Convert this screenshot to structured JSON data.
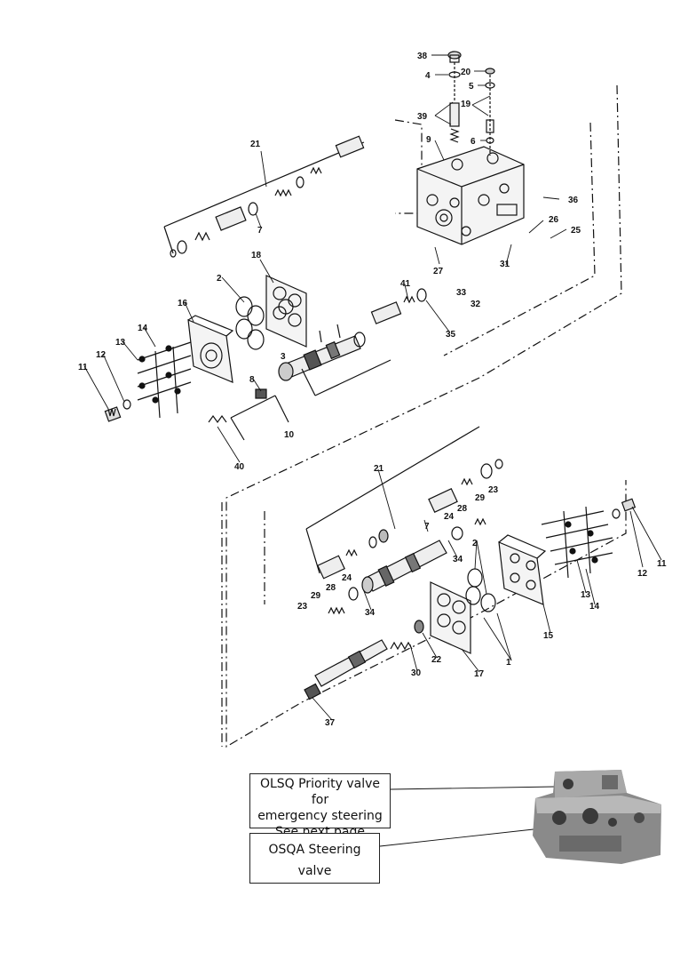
{
  "callouts": {
    "olsq": {
      "line1": "OLSQ Priority valve for",
      "line2": "emergency steering",
      "line3": "See next page"
    },
    "osqa": {
      "line1": "OSQA Steering",
      "line2": "valve"
    }
  },
  "part_numbers": {
    "p38": "38",
    "p4": "4",
    "p20": "20",
    "p5": "5",
    "p19": "19",
    "p39": "39",
    "p6": "6",
    "p9": "9",
    "p21a": "21",
    "p7a": "7",
    "p36": "36",
    "p26": "26",
    "p25": "25",
    "p27": "27",
    "p31": "31",
    "p33": "33",
    "p32": "32",
    "p18": "18",
    "p2a": "2",
    "p16": "16",
    "p41": "41",
    "p35": "35",
    "p14a": "14",
    "p13a": "13",
    "p12a": "12",
    "p11a": "11",
    "p3": "3",
    "p8": "8",
    "p10": "10",
    "p40": "40",
    "p21b": "21",
    "p29a": "29",
    "p23a": "23",
    "p28a": "28",
    "p24a": "24",
    "p7b": "7",
    "p34a": "34",
    "p2b": "2",
    "p12b": "12",
    "p11b": "11",
    "p13b": "13",
    "p14b": "14",
    "p15": "15",
    "p23b": "23",
    "p29b": "29",
    "p28b": "28",
    "p24b": "24",
    "p34b": "34",
    "p22": "22",
    "p30": "30",
    "p17": "17",
    "p1": "1",
    "p37": "37"
  },
  "colors": {
    "ink": "#111111",
    "photo_dark": "#5a5a5a",
    "photo_mid": "#8a8a8a",
    "photo_light": "#b8b8b8"
  }
}
